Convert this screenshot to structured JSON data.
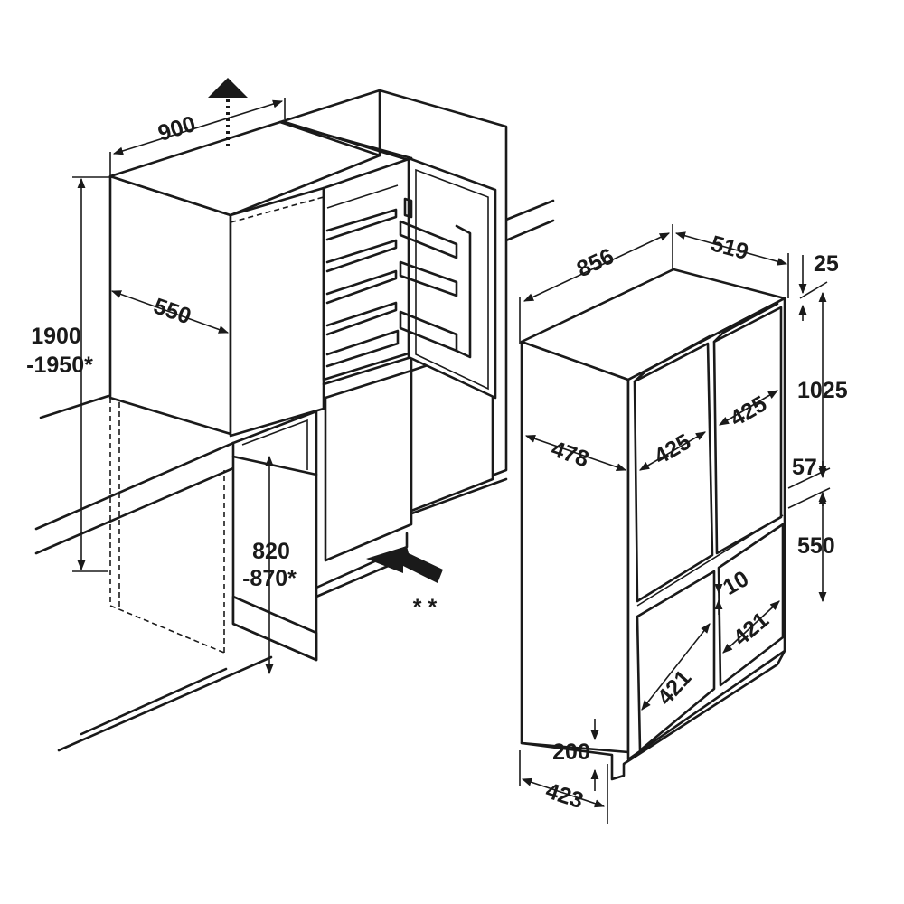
{
  "labels": {
    "width_900": "900",
    "depth_550": "550",
    "height_1900": "1900",
    "height_1950": "-1950*",
    "height_820": "820",
    "height_870": "-870*",
    "double_star": "* *",
    "width_856": "856",
    "depth_519": "519",
    "gap_25": "25",
    "height_1025": "1025",
    "gap_57": "57",
    "height_550": "550",
    "side_478": "478",
    "door_425_left": "425",
    "door_425_right": "425",
    "gap_10": "10",
    "drawer_421_left": "421",
    "drawer_421_right": "421",
    "base_200": "200",
    "base_423": "423"
  },
  "icons": {
    "up_arrow": "dotted-up-arrow-icon",
    "air_arrow": "airflow-arrow-icon"
  }
}
